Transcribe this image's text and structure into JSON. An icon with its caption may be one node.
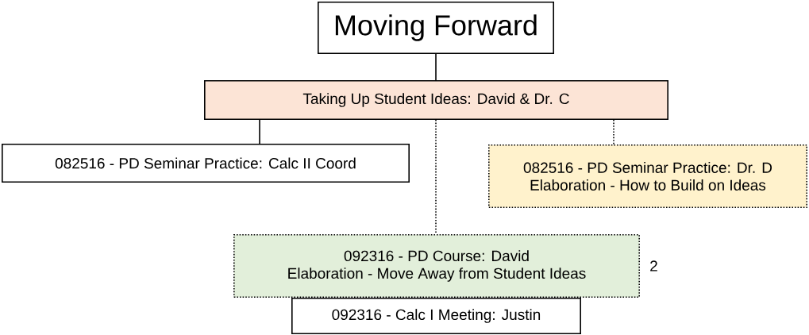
{
  "diagram": {
    "nodes": [
      {
        "text": [
          "Moving Forward"
        ]
      },
      {
        "text": [
          "Taking Up Student Ideas: David & Dr. C"
        ]
      },
      {
        "text": [
          "082516 - PD Seminar Practice: Calc II Coord"
        ]
      },
      {
        "text": [
          "082516 - PD Seminar Practice: Dr. D",
          "Elaboration - How to Build on Ideas"
        ]
      },
      {
        "text": [
          "092316 - PD Course: David",
          "Elaboration - Move Away from Student Ideas"
        ],
        "beside": [
          "2"
        ]
      },
      {
        "text": [
          "092316 - Calc I Meeting: Justin"
        ]
      }
    ],
    "edges": [
      {
        "from": 0,
        "to": 1,
        "arrow": "none"
      },
      {
        "from": 1,
        "to": 2,
        "arrow": "none"
      },
      {
        "from": 1,
        "to": 4,
        "arrow": "none",
        "style": "dashed"
      },
      {
        "from": 1,
        "to": 3,
        "arrow": "none",
        "style": "dashed"
      }
    ]
  }
}
